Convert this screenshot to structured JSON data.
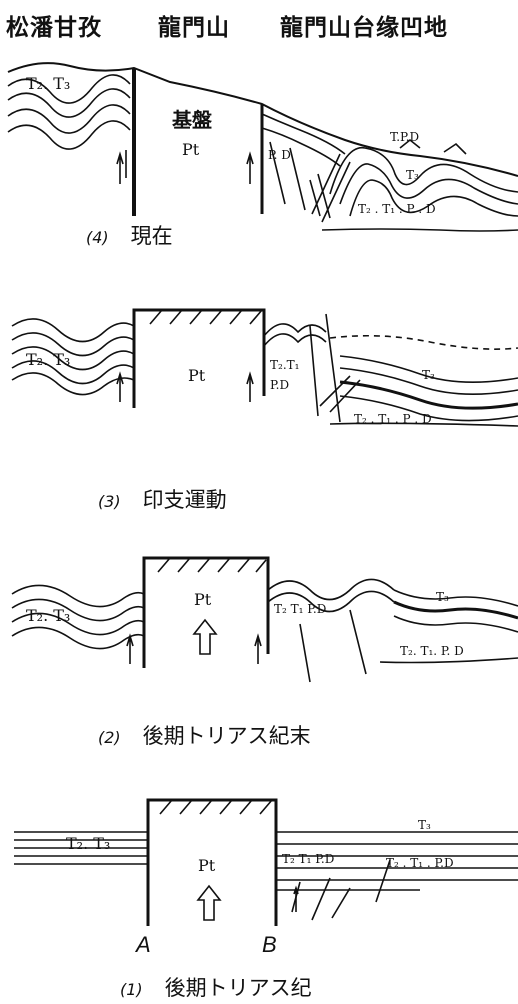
{
  "header": {
    "region_left": "松潘甘孜",
    "region_mid": "龍門山",
    "region_right": "龍門山台缘凹地"
  },
  "panels": [
    {
      "number": "(4)",
      "caption": "現在",
      "labels": {
        "t2t3": "T₂. T₃",
        "basement": "基盤",
        "pt": "Pt",
        "pd": "P. D",
        "tpd_top": "T.P.D",
        "t3": "T₃",
        "seq": "T₂ . T₁ . P . D"
      }
    },
    {
      "number": "(3)",
      "caption": "印支運動",
      "labels": {
        "t2t3": "T₂. T₃",
        "pt": "Pt",
        "t2t1": "T₂.T₁",
        "pd": "P.D",
        "t3": "T₃",
        "seq": "T₂ . T₁ . P . D"
      }
    },
    {
      "number": "(2)",
      "caption": "後期トリアス紀末",
      "labels": {
        "t2t3": "T₂. T₃",
        "pt": "Pt",
        "t2t1pd": "T₂ T₁ P.D",
        "t3": "T₃",
        "seq": "T₂. T₁. P. D"
      }
    },
    {
      "number": "(1)",
      "caption": "後期トリアス纪",
      "labels": {
        "t2t3": "T₂. T₃",
        "pt": "Pt",
        "t2t1pd": "T₂ T₁ P.D",
        "t3": "T₃",
        "seq": "T₂ . T₁ . P.D",
        "a": "A",
        "b": "B"
      }
    }
  ]
}
